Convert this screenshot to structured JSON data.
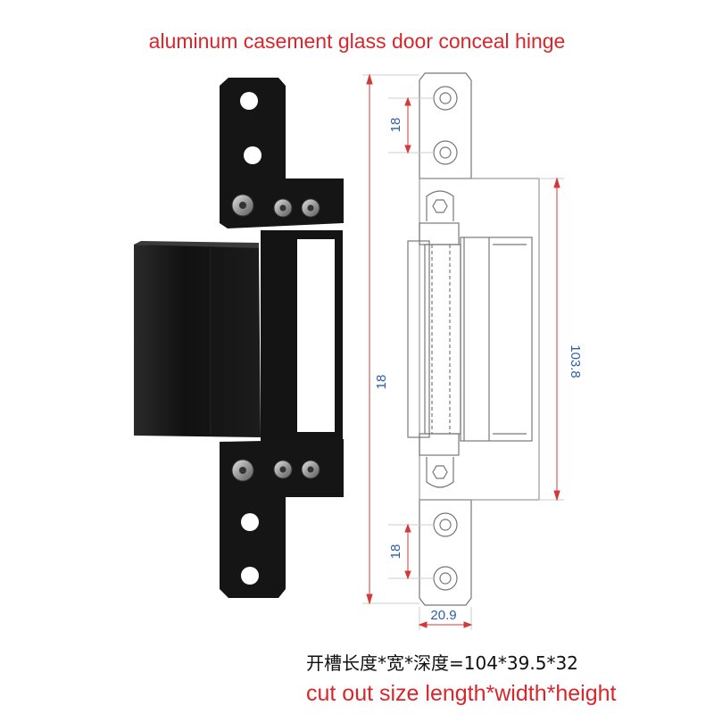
{
  "title": "aluminum casement glass door conceal hinge",
  "dimensions": {
    "hole_spacing_top": "18",
    "hole_spacing_bottom": "18",
    "overall_length": "18",
    "body_length": "103.8",
    "plate_width": "20.9"
  },
  "spec": {
    "chinese": "开槽长度*宽*深度=104*39.5*32",
    "english": "cut out size length*width*height"
  },
  "colors": {
    "title": "#d9262b",
    "dimension_text": "#2d5da8",
    "dimension_line": "#d23a3a",
    "hinge_body": "#141414",
    "drawing_line": "#777777"
  }
}
